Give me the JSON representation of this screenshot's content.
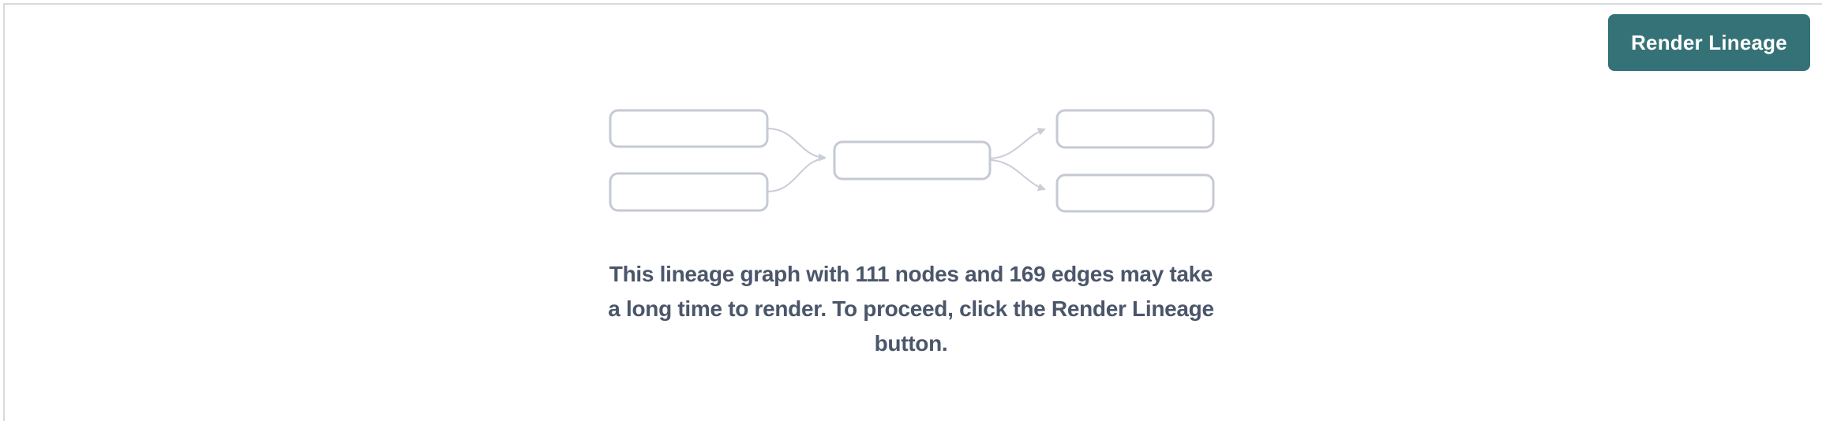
{
  "toolbar": {
    "render_button_label": "Render Lineage"
  },
  "message": {
    "lines": [
      "This lineage graph with 111 nodes and 169 edges may take",
      "a long time to render. To proceed, click the Render Lineage",
      "button."
    ],
    "full_text": "This lineage graph with 111 nodes and 169 edges may take a long time to render. To proceed, click the Render Lineage button.",
    "node_count": 111,
    "edge_count": 169
  },
  "diagram": {
    "placeholder_boxes": 5,
    "placeholder_connectors": 4
  },
  "colors": {
    "button_bg": "#357277",
    "button_text": "#ffffff",
    "box_border": "#c5cad3",
    "edge": "#c9cdd5",
    "message_text": "#4b566a",
    "panel_border": "#d9dadd"
  }
}
